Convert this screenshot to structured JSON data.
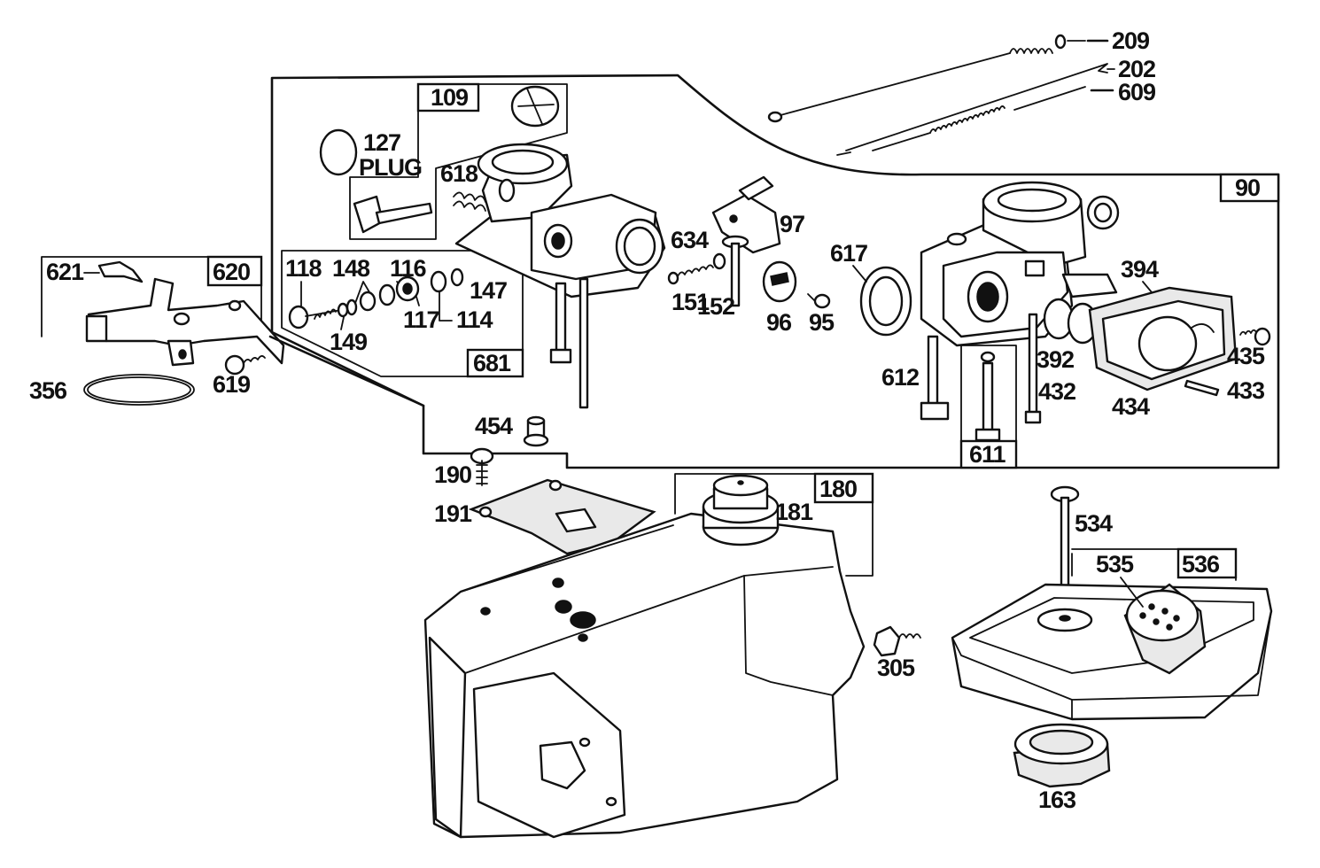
{
  "labels": {
    "l209": "209",
    "l202": "202",
    "l609": "609",
    "l109": "109",
    "l127": "127",
    "lplug": "PLUG",
    "l618": "618",
    "l90": "90",
    "l617": "617",
    "l394": "394",
    "l392": "392",
    "l432": "432",
    "l434": "434",
    "l435": "435",
    "l433": "433",
    "l612": "612",
    "l611": "611",
    "l97": "97",
    "l634": "634",
    "l151": "151",
    "l152": "152",
    "l96": "96",
    "l95": "95",
    "l118": "118",
    "l148": "148",
    "l116": "116",
    "l147": "147",
    "l149": "149",
    "l117": "117",
    "l114": "114",
    "l681": "681",
    "l621": "621",
    "l620": "620",
    "l619": "619",
    "l356": "356",
    "l454": "454",
    "l190": "190",
    "l191": "191",
    "l180": "180",
    "l181": "181",
    "l305": "305",
    "l534": "534",
    "l535": "535",
    "l536": "536",
    "l163": "163"
  }
}
